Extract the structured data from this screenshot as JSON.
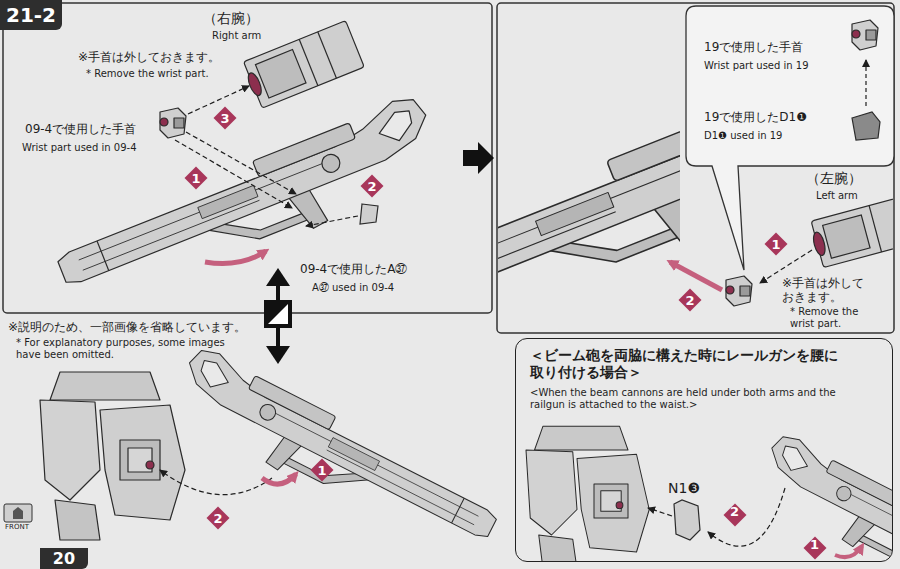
{
  "diagram": {
    "nodes": [
      {
        "text": [
          "21-2"
        ]
      },
      {
        "text": [
          "3"
        ]
      },
      {
        "text": [
          "1"
        ]
      },
      {
        "text": [
          "2"
        ]
      },
      {
        "text": [
          "19で使用した手首",
          "Wrist part used in 19",
          "19で使用したD1❶",
          "D1❶ used in 19"
        ]
      },
      {
        "text": [
          "1"
        ]
      },
      {
        "text": [
          "2"
        ]
      },
      {
        "text": [
          "2"
        ]
      },
      {
        "text": [
          "1"
        ]
      },
      {
        "text": [
          "＜ビーム砲を両脇に構えた時にレールガンを腰に取り付ける場合＞",
          "<When the beam cannons are held under both arms and the railgun is attached to the waist.>"
        ]
      },
      {
        "text": [
          "2"
        ],
        "in": 9
      },
      {
        "text": [
          "1"
        ],
        "in": 9
      },
      {
        "text": [
          "20"
        ]
      }
    ],
    "labels": [
      "（右腕）",
      "Right arm",
      "※手首は外しておきます。",
      "* Remove the wrist part.",
      "09-4で使用した手首",
      "Wrist part used in 09-4",
      "09-4で使用したA㊲",
      "A㊲ used in 09-4",
      "（左腕）",
      "Left arm",
      "※手首は外しておきます。",
      "* Remove the wrist part.",
      "※説明のため、一部画像を省略しています。",
      "* For explanatory purposes, some images have been omitted.",
      "N1❸",
      "FRONT"
    ]
  }
}
